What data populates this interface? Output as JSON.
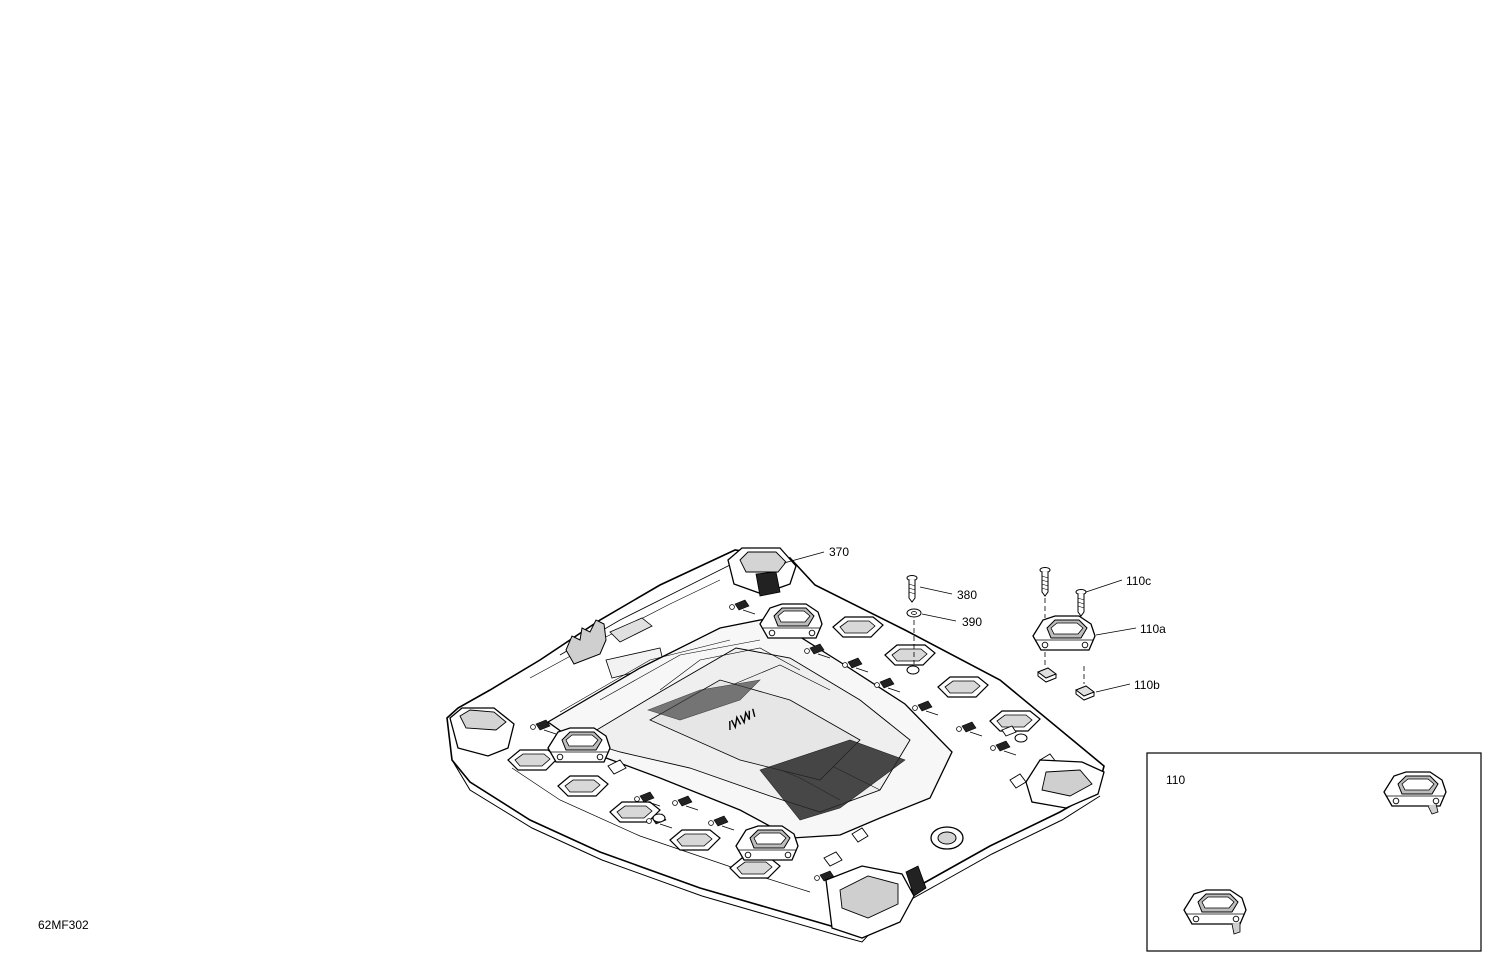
{
  "diagram": {
    "figure_code": "62MF302",
    "callouts": [
      {
        "id": "c370",
        "text": "370"
      },
      {
        "id": "c380",
        "text": "380"
      },
      {
        "id": "c390",
        "text": "390"
      },
      {
        "id": "c110c",
        "text": "110c"
      },
      {
        "id": "c110a",
        "text": "110a"
      },
      {
        "id": "c110b",
        "text": "110b"
      }
    ],
    "inset": {
      "label": "110"
    }
  }
}
